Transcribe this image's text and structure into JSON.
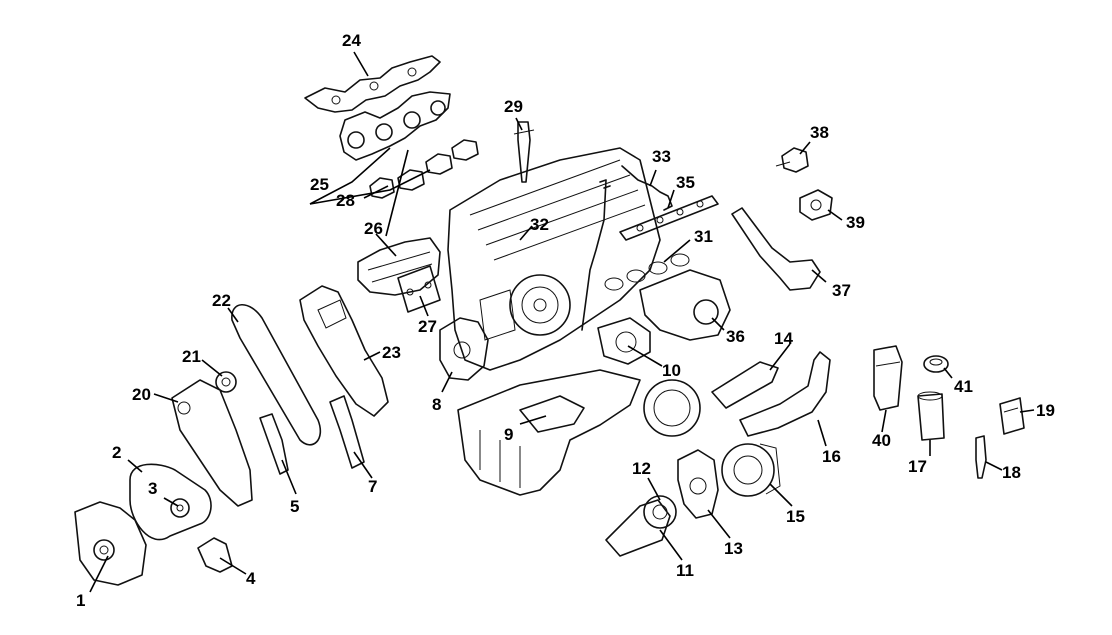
{
  "callouts": [
    {
      "id": "1",
      "label": "1"
    },
    {
      "id": "2",
      "label": "2"
    },
    {
      "id": "3",
      "label": "3"
    },
    {
      "id": "4",
      "label": "4"
    },
    {
      "id": "5",
      "label": "5"
    },
    {
      "id": "7",
      "label": "7"
    },
    {
      "id": "8",
      "label": "8"
    },
    {
      "id": "9",
      "label": "9"
    },
    {
      "id": "10",
      "label": "10"
    },
    {
      "id": "11",
      "label": "11"
    },
    {
      "id": "12",
      "label": "12"
    },
    {
      "id": "13",
      "label": "13"
    },
    {
      "id": "14",
      "label": "14"
    },
    {
      "id": "15",
      "label": "15"
    },
    {
      "id": "16",
      "label": "16"
    },
    {
      "id": "17",
      "label": "17"
    },
    {
      "id": "18",
      "label": "18"
    },
    {
      "id": "19",
      "label": "19"
    },
    {
      "id": "20",
      "label": "20"
    },
    {
      "id": "21",
      "label": "21"
    },
    {
      "id": "22",
      "label": "22"
    },
    {
      "id": "23",
      "label": "23"
    },
    {
      "id": "24",
      "label": "24"
    },
    {
      "id": "25",
      "label": "25"
    },
    {
      "id": "26",
      "label": "26"
    },
    {
      "id": "27",
      "label": "27"
    },
    {
      "id": "28",
      "label": "28"
    },
    {
      "id": "29",
      "label": "29"
    },
    {
      "id": "31",
      "label": "31"
    },
    {
      "id": "32",
      "label": "32"
    },
    {
      "id": "33",
      "label": "33"
    },
    {
      "id": "35",
      "label": "35"
    },
    {
      "id": "36",
      "label": "36"
    },
    {
      "id": "37",
      "label": "37"
    },
    {
      "id": "38",
      "label": "38"
    },
    {
      "id": "39",
      "label": "39"
    },
    {
      "id": "40",
      "label": "40"
    },
    {
      "id": "41",
      "label": "41"
    }
  ]
}
